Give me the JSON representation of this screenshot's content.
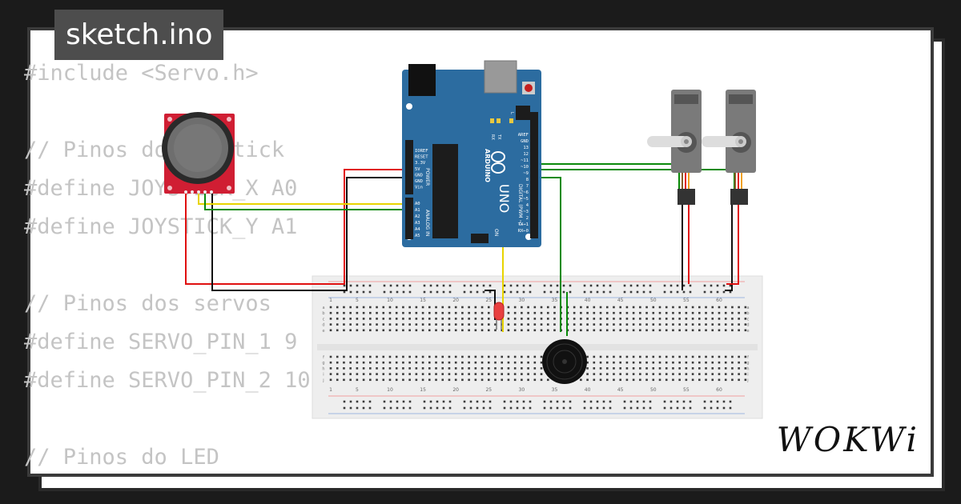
{
  "file_tab": {
    "label": "sketch.ino"
  },
  "code_lines": [
    "#include <Servo.h>",
    "",
    "// Pinos do joystick",
    "#define JOYSTICK_X A0",
    "#define JOYSTICK_Y A1",
    "",
    "// Pinos dos servos",
    "#define SERVO_PIN_1 9",
    "#define SERVO_PIN_2 10",
    "",
    "// Pinos do LED"
  ],
  "arduino": {
    "brand": "ARDUINO",
    "model": "UNO",
    "power_header": [
      "IOREF",
      "RESET",
      "3.3V",
      "5V",
      "GND",
      "GND",
      "Vin"
    ],
    "power_label": "POWER",
    "analog_header": [
      "A0",
      "A1",
      "A2",
      "A3",
      "A4",
      "A5"
    ],
    "analog_label": "ANALOG IN",
    "digital_header": [
      "AREF",
      "GND",
      "13",
      "12",
      "~11",
      "~10",
      "~9",
      "8",
      "7",
      "~6",
      "~5",
      "4",
      "~3",
      "2",
      "TX→1",
      "RX←0"
    ],
    "digital_label": "DIGITAL (PWM ~)",
    "leds": [
      "L",
      "TX",
      "RX"
    ],
    "on_label": "ON"
  },
  "breadboard": {
    "column_numbers": [
      "1",
      "5",
      "10",
      "15",
      "20",
      "25",
      "30",
      "35",
      "40",
      "45",
      "50",
      "55",
      "60"
    ],
    "row_letters_top": [
      "a",
      "b",
      "c",
      "d",
      "e"
    ],
    "row_letters_bottom": [
      "f",
      "g",
      "h",
      "i",
      "j"
    ]
  },
  "logo": {
    "text": "WOKWi"
  },
  "colors": {
    "background": "#1b1b1b",
    "card": "#ffffff",
    "code_text": "#c4c4c4",
    "file_tab_bg": "#4d4d4d",
    "arduino_board": "#2c6ca0",
    "joystick_board": "#d01e33",
    "wire_red": "#e01010",
    "wire_black": "#111111",
    "wire_green": "#0a8a0a",
    "wire_yellow": "#e8d400"
  }
}
